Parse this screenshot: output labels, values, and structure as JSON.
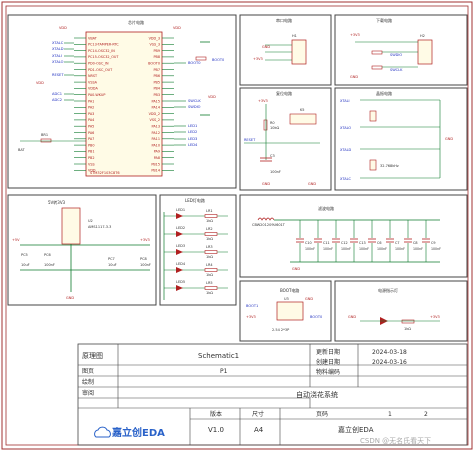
{
  "sections": {
    "mcu": "芯片电路",
    "serial": "串口电路",
    "download": "下载电路",
    "reset": "复位电路",
    "crystal": "晶振电路",
    "power": "5V转3V3",
    "leds": "LED灯电路",
    "filter": "滤波电路",
    "boot": "BOOT电路",
    "power_led": "电源指示灯"
  },
  "labels": {
    "mcu_part": "STM32F103C8T6",
    "ldo_part": "AMS1117-3.3",
    "inductor_part": "CBW201209U601T",
    "crystal_part": "32.768kHz",
    "boot_part": "2.54 2*3P",
    "swdio": "SWDIO",
    "swclk": "SWCLK",
    "xtali": "XTALI",
    "xtalo": "XTALO",
    "xtalc": "XTALC",
    "xtald": "XTALD",
    "reset": "RESET",
    "boot0": "BOOT0",
    "boot1": "BOOT1",
    "v33": "+3V3",
    "v5": "+5V",
    "gnd": "GND",
    "vdd": "VDD",
    "c3": "C3",
    "c3v": "100nF",
    "r0": "R0",
    "r0v": "10kΩ",
    "k5": "K5",
    "u2": "U2",
    "u3": "U3",
    "pc5": "PC5",
    "pc6": "PC6",
    "pc7": "PC7",
    "pc8": "PC8",
    "c6": "C6",
    "c7": "C7",
    "c8": "C8",
    "c9": "C9",
    "c10": "C10",
    "c11": "C11",
    "c12": "C12",
    "c13": "C13",
    "cap100": "100nF",
    "cap10u": "10uF",
    "led_r": "1kΩ",
    "swd_header": "H2",
    "serial_header": "H1"
  },
  "mcu_left_pins": [
    "VBAT",
    "PC13-TAMPER-RTC",
    "PC14-OSC32_IN",
    "PC15-OSC32_OUT",
    "PD0-OSC_IN",
    "PD1-OSC_OUT",
    "NRST",
    "VSSA",
    "VDDA",
    "PA0-WKUP",
    "PA1",
    "PA2",
    "PA3",
    "PA4",
    "PA5",
    "PA6",
    "PA7",
    "PB0",
    "PB1",
    "PB2",
    "VSS",
    "VDD"
  ],
  "mcu_right_pins": [
    "VDD_3",
    "VSS_3",
    "PB9",
    "PB8",
    "BOOT0",
    "PB7",
    "PB6",
    "PB5",
    "PB4",
    "PB3",
    "PA15",
    "PA14",
    "VDD_2",
    "VSS_2",
    "PA13",
    "PA12",
    "PA11",
    "PA10",
    "PA9",
    "PA8",
    "PB15",
    "PB14"
  ],
  "mcu_left_nets": [
    "XTALC",
    "XTALD",
    "XTALI",
    "XTALO",
    "RESET",
    "ADC1",
    "ADC2"
  ],
  "mcu_right_nets": [
    "BOOT0",
    "SWCLK",
    "SWDIO",
    "LED1",
    "LED2",
    "LED3",
    "LED4"
  ],
  "title_block": {
    "schematic_label": "原理图",
    "schematic_value": "Schematic1",
    "update_date_label": "更新日期",
    "update_date": "2024-03-18",
    "page_label": "图页",
    "page_value": "P1",
    "create_date_label": "创建日期",
    "create_date": "2024-03-16",
    "drawn_label": "绘制",
    "material_label": "物料编码",
    "review_label": "审阅",
    "title": "自动浇花系统",
    "version_label": "版本",
    "version": "V1.0",
    "size_label": "尺寸",
    "size": "A4",
    "page_of_label": "页码",
    "page_num": "1",
    "page_total": "2",
    "logo": "嘉立创EDA",
    "company": "嘉立创EDA"
  },
  "watermark": "CSDN @无名氏看天下",
  "colors": {
    "border": "#a03030",
    "wire": "#0c7a2c",
    "part": "#b02020",
    "net": "#2030c0",
    "text": "#303030",
    "frame": "#444444"
  }
}
